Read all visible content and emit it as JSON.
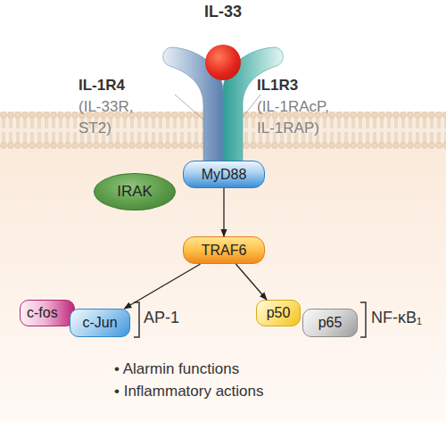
{
  "diagram": {
    "nodes": [
      {
        "text": [
          "IL-33"
        ]
      },
      {
        "text": [
          "IL-1R4",
          "(IL-33R, ST2)"
        ]
      },
      {
        "text": [
          "IL1R3",
          "(IL-1RAcP, IL-1RAP)"
        ]
      },
      {
        "text": [
          "MyD88"
        ]
      },
      {
        "text": [
          "IRAK"
        ]
      },
      {
        "text": [
          "TRAF6"
        ]
      },
      {
        "text": [
          "c-fos"
        ]
      },
      {
        "text": [
          "c-Jun"
        ]
      },
      {
        "text": [
          "p50"
        ]
      },
      {
        "text": [
          "p65"
        ]
      }
    ],
    "edges": [
      {
        "from": 3,
        "to": 5,
        "arrow": "to"
      },
      {
        "from": 5,
        "to": 7,
        "arrow": "to"
      },
      {
        "from": 5,
        "to": 8,
        "arrow": "to"
      }
    ],
    "labels": [
      "AP-1",
      "NF-κB₁",
      "• Alarmin functions",
      "• Inflammatory actions"
    ]
  }
}
